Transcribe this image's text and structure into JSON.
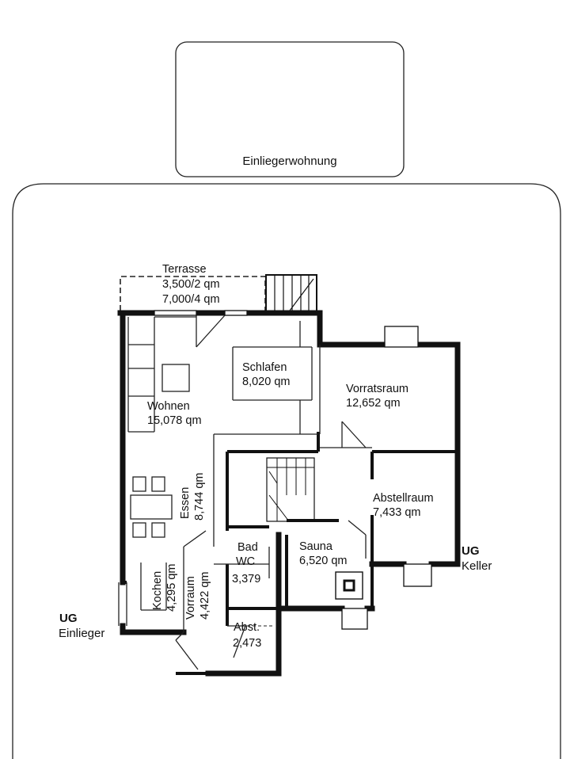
{
  "header_box": {
    "label": "Einliegerwohnung"
  },
  "rooms": {
    "terrasse": {
      "name": "Terrasse",
      "area1": "3,500/2 qm",
      "area2": "7,000/4 qm"
    },
    "schlafen": {
      "name": "Schlafen",
      "area": "8,020 qm"
    },
    "wohnen": {
      "name": "Wohnen",
      "area": "15,078 qm"
    },
    "vorratsraum": {
      "name": "Vorratsraum",
      "area": "12,652 qm"
    },
    "essen": {
      "name": "Essen",
      "area": "8,744 qm"
    },
    "abstellraum": {
      "name": "Abstellraum",
      "area": "7,433 qm"
    },
    "bad": {
      "name": "Bad",
      "sub": "WC",
      "area": "3,379"
    },
    "sauna": {
      "name": "Sauna",
      "area": "6,520 qm"
    },
    "kochen": {
      "name": "Kochen",
      "area": "4,295 qm"
    },
    "vorraum": {
      "name": "Vorraum",
      "area": "4,422 qm"
    },
    "abst": {
      "name": "Abst.",
      "area": "2,473"
    }
  },
  "level_labels": {
    "einlieger": {
      "code": "UG",
      "name": "Einlieger"
    },
    "keller": {
      "code": "UG",
      "name": "Keller"
    }
  }
}
